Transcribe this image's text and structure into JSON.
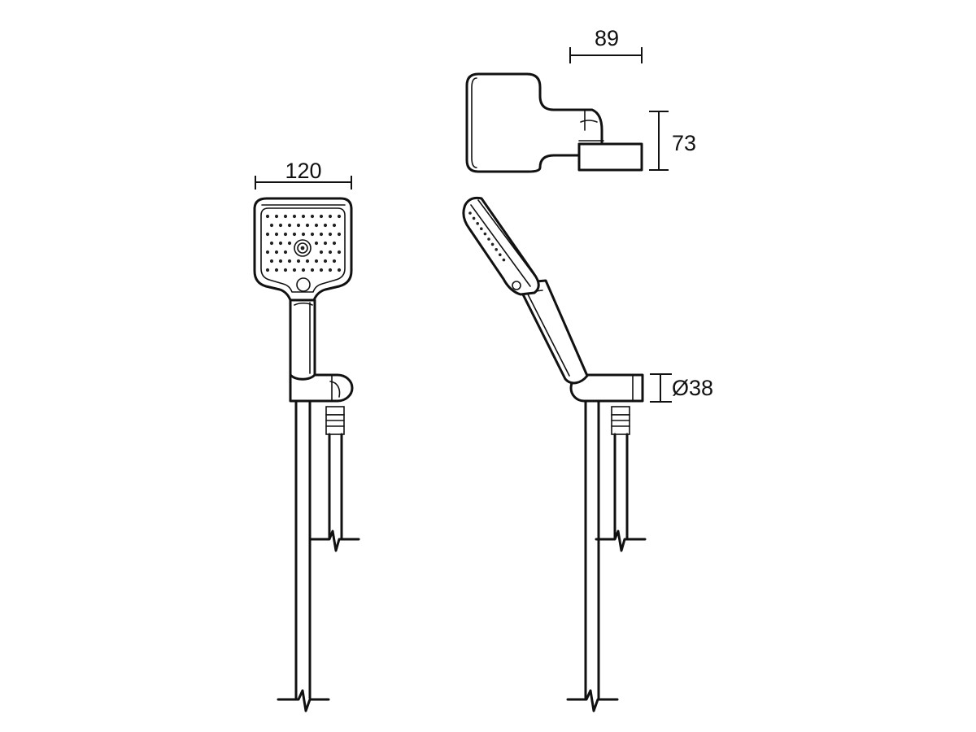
{
  "diagram": {
    "dimensions": {
      "head_width": "120",
      "bracket_depth": "89",
      "bracket_height": "73",
      "hose_diameter": "Ø38"
    }
  },
  "colors": {
    "line": "#111111",
    "background": "#ffffff"
  }
}
